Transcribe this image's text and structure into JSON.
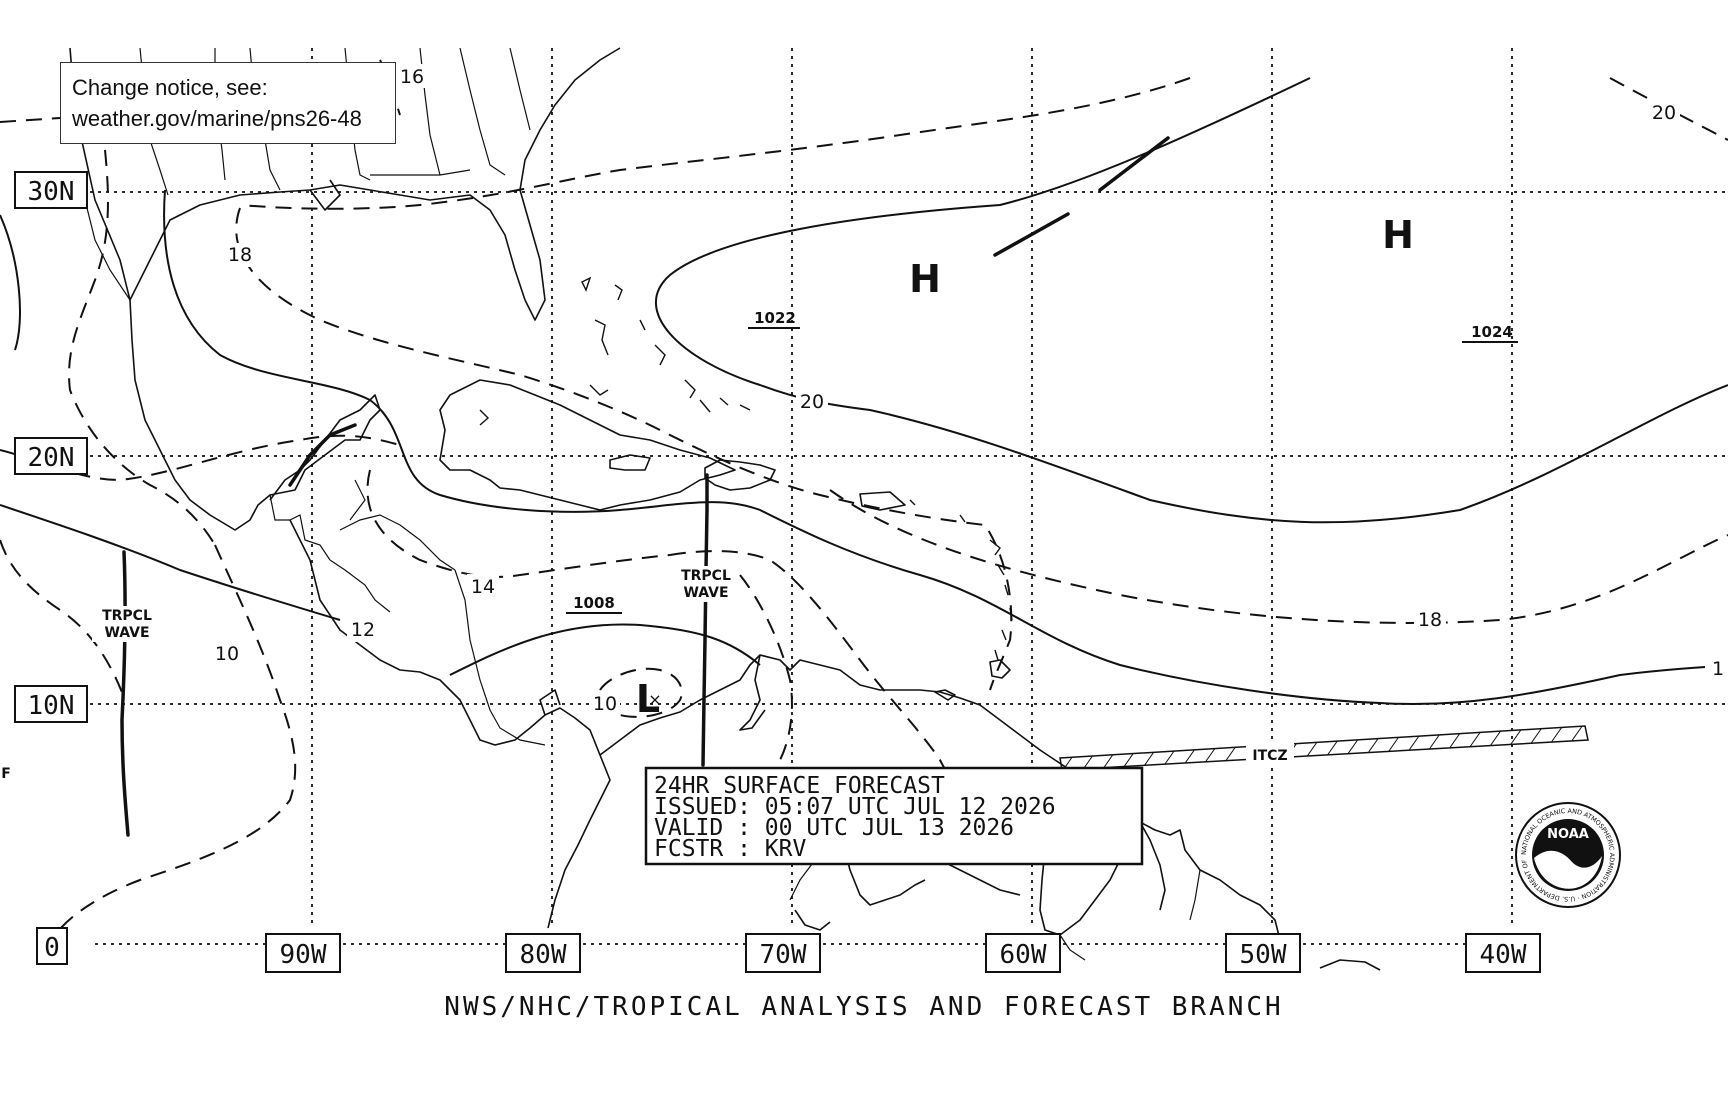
{
  "notice": {
    "line1": "Change notice, see:",
    "line2": "weather.gov/marine/pns26-48"
  },
  "footer": "NWS/NHC/TROPICAL ANALYSIS AND FORECAST BRANCH",
  "forecast_box": {
    "line1": "24HR SURFACE FORECAST",
    "line2": "ISSUED: 05:07 UTC JUL 12 2026",
    "line3": "VALID : 00 UTC JUL 13 2026",
    "line4": "FCSTR : KRV"
  },
  "latitude_labels": [
    "30N",
    "20N",
    "10N",
    "0"
  ],
  "longitude_labels": [
    "90W",
    "80W",
    "70W",
    "60W",
    "50W",
    "40W"
  ],
  "pressure_centers": [
    {
      "type": "H",
      "pressure": "1022"
    },
    {
      "type": "H",
      "pressure": "1024"
    },
    {
      "type": "L",
      "pressure": "1008"
    }
  ],
  "isobar_labels": [
    "16",
    "18",
    "20",
    "20",
    "18",
    "14",
    "12",
    "10",
    "10",
    "1"
  ],
  "features": {
    "wave1": [
      "TRPCL",
      "WAVE"
    ],
    "wave2": [
      "TRPCL",
      "WAVE"
    ],
    "itcz": "ITCZ",
    "partial_edge": "F"
  },
  "logo": {
    "text": "NOAA",
    "ring": "NATIONAL OCEANIC AND ATMOSPHERIC ADMINISTRATION · U.S. DEPARTMENT OF COMMERCE ·"
  },
  "colors": {
    "ink": "#111111",
    "background": "#ffffff"
  }
}
